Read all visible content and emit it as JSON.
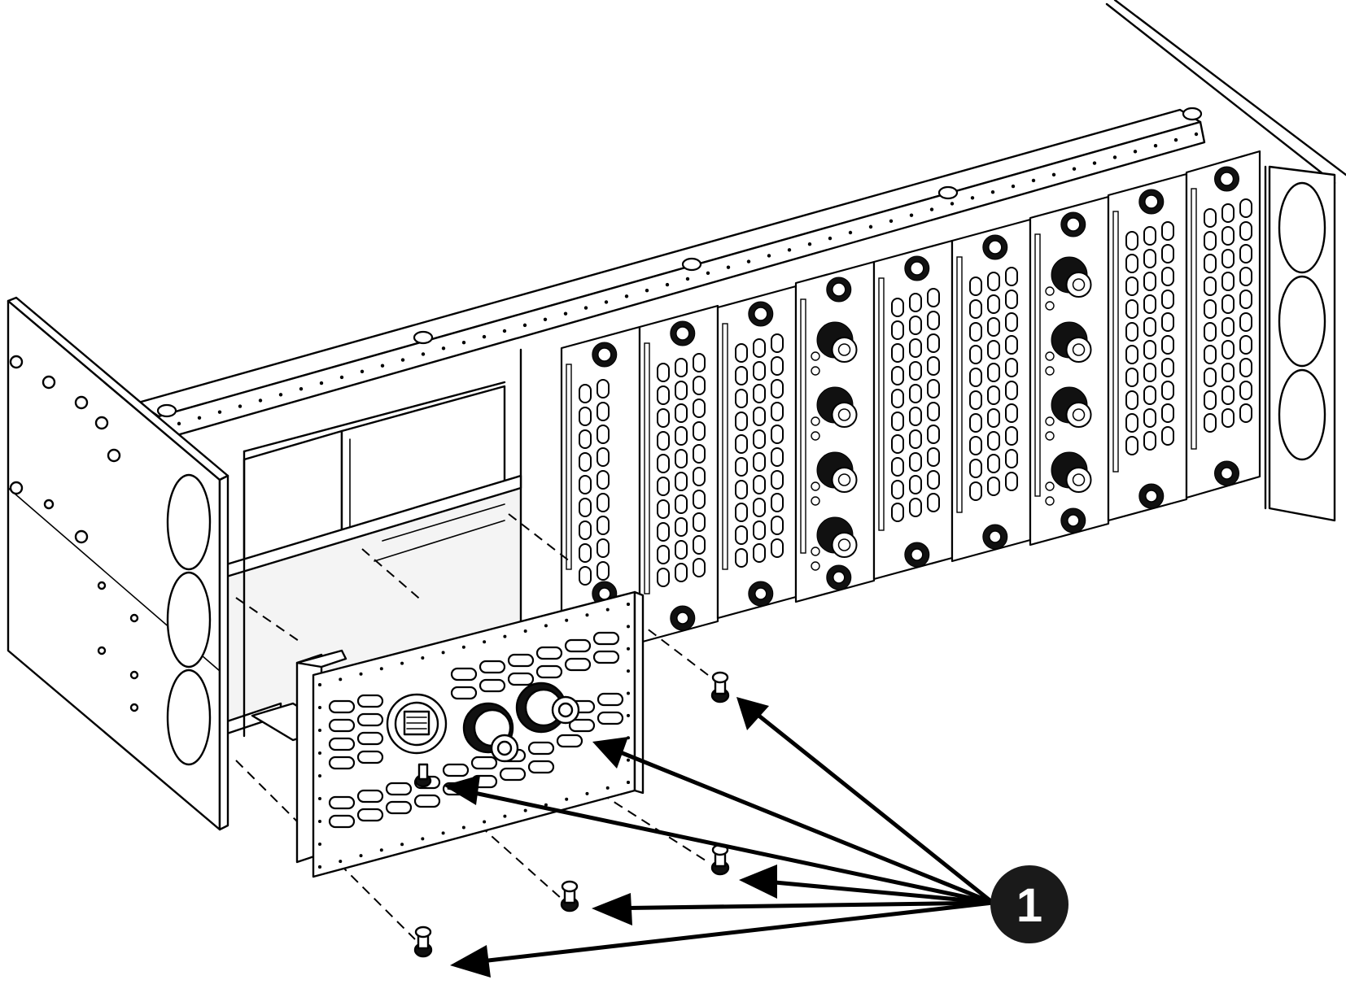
{
  "callout": {
    "label": "1",
    "icon": "callout-number-circle",
    "targets": [
      "screw-top-right",
      "screw-bnc-right",
      "screw-bnc-left",
      "screw-bottom-right",
      "screw-bottom-middle",
      "screw-bottom-left"
    ]
  },
  "icons": {
    "screw": "screw-icon",
    "bnc": "bnc-connector-icon",
    "xlr": "xlr-connector-icon",
    "ethernet": "ethernet-port-icon"
  },
  "colors": {
    "line": "#000000",
    "background": "#ffffff",
    "callout_fill": "#1a1a1a",
    "callout_text": "#ffffff"
  }
}
